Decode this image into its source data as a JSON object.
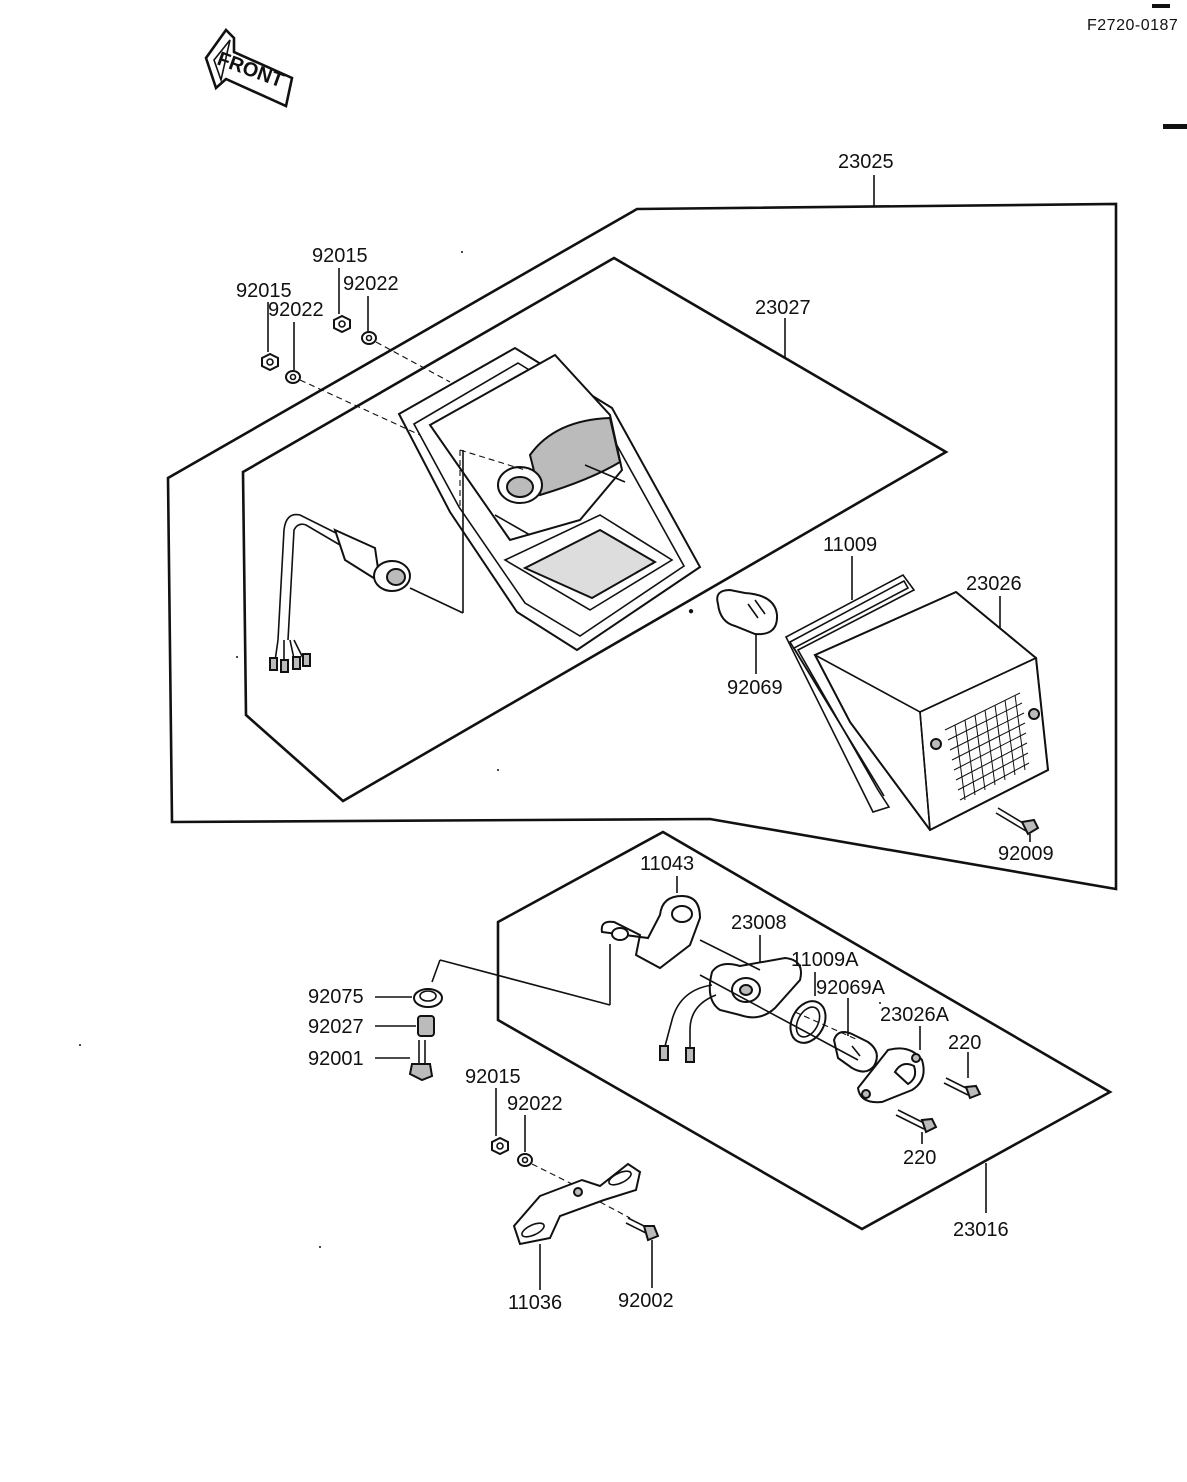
{
  "drawing_code": "F2720-0187",
  "front_arrow": {
    "text": "FRONT"
  },
  "callouts": [
    {
      "key": "c23025",
      "text": "23025"
    },
    {
      "key": "c23027",
      "text": "23027"
    },
    {
      "key": "c92015a",
      "text": "92015"
    },
    {
      "key": "c92022a",
      "text": "92022"
    },
    {
      "key": "c92015b",
      "text": "92015"
    },
    {
      "key": "c92022b",
      "text": "92022"
    },
    {
      "key": "c11009",
      "text": "11009"
    },
    {
      "key": "c23026",
      "text": "23026"
    },
    {
      "key": "c92069",
      "text": "92069"
    },
    {
      "key": "c92009",
      "text": "92009"
    },
    {
      "key": "c11043",
      "text": "11043"
    },
    {
      "key": "c23008",
      "text": "23008"
    },
    {
      "key": "c11009A",
      "text": "11009A"
    },
    {
      "key": "c92069A",
      "text": "92069A"
    },
    {
      "key": "c23026A",
      "text": "23026A"
    },
    {
      "key": "c220a",
      "text": "220"
    },
    {
      "key": "c220b",
      "text": "220"
    },
    {
      "key": "c92075",
      "text": "92075"
    },
    {
      "key": "c92027",
      "text": "92027"
    },
    {
      "key": "c92001",
      "text": "92001"
    },
    {
      "key": "c92015c",
      "text": "92015"
    },
    {
      "key": "c92022c",
      "text": "92022"
    },
    {
      "key": "c23016",
      "text": "23016"
    },
    {
      "key": "c11036",
      "text": "11036"
    },
    {
      "key": "c92002",
      "text": "92002"
    }
  ]
}
